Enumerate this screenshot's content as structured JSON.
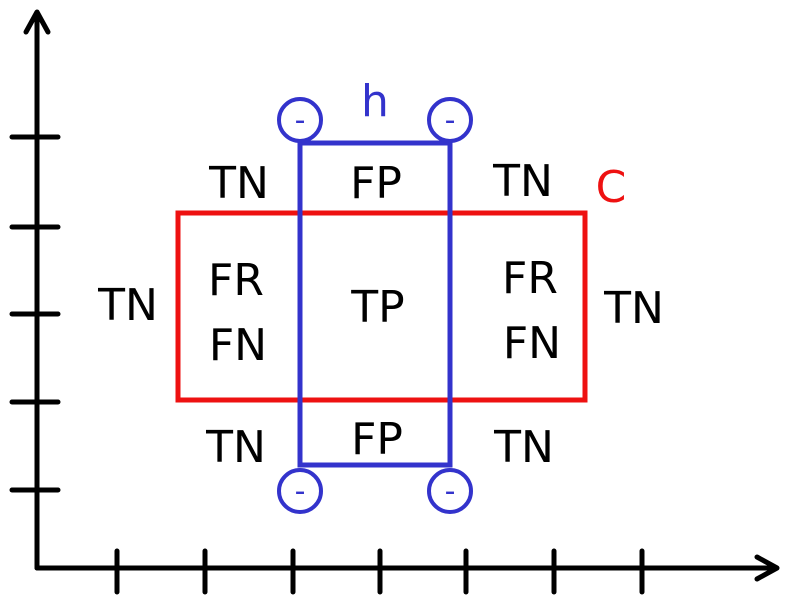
{
  "colors": {
    "axis": "#000000",
    "concept_c": "#ee1111",
    "hypothesis_h": "#3333cc",
    "text": "#000000"
  },
  "labels": {
    "h": "h",
    "c": "C",
    "corner_sign": "-",
    "tn": "TN",
    "fp": "FP",
    "tp": "TP",
    "fr": "FR",
    "fn": "FN"
  }
}
